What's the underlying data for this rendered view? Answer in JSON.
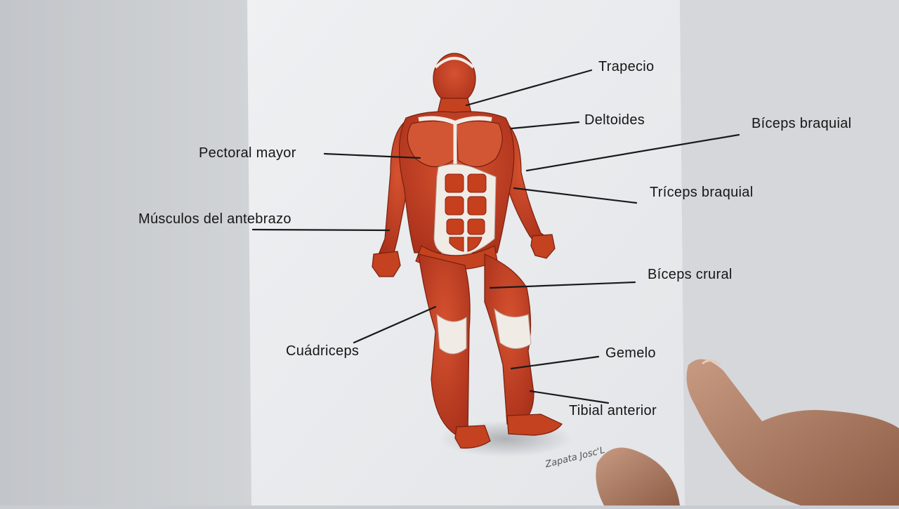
{
  "labels": {
    "trapecio": "Trapecio",
    "deltoides": "Deltoides",
    "biceps_braquial": "Bíceps braquial",
    "pectoral_mayor": "Pectoral mayor",
    "triceps_braquial": "Tríceps braquial",
    "musculos_antebrazo": "Músculos del antebrazo",
    "biceps_crural": "Bíceps crural",
    "cuadriceps": "Cuádriceps",
    "gemelo": "Gemelo",
    "tibial_anterior": "Tibial anterior"
  },
  "signature": "Zapata Josc'L",
  "colors": {
    "muscle": "#c8401f",
    "muscle_dark": "#9e2a12",
    "tendon": "#f1ebe6",
    "paper": "#eeeff1",
    "leader_line": "#1a1a1a"
  }
}
